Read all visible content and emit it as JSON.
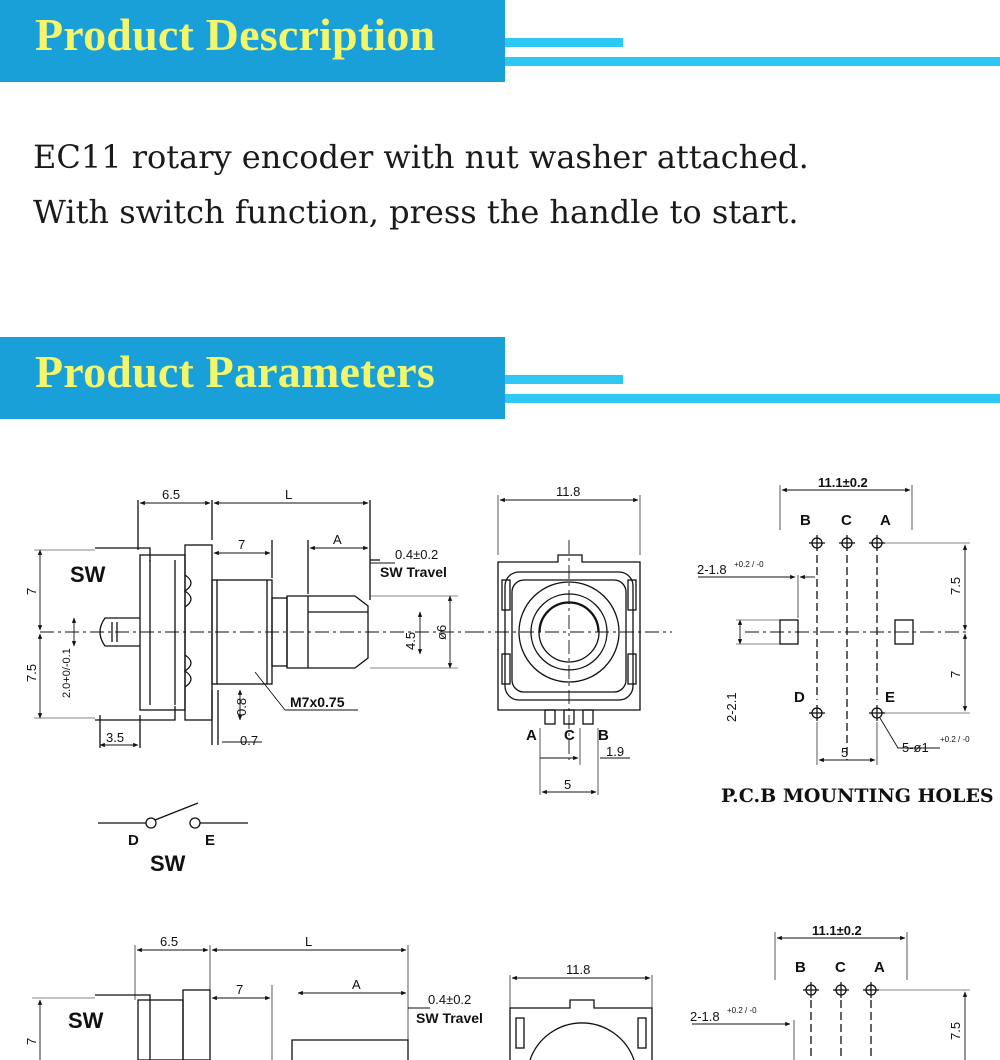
{
  "sections": {
    "description": {
      "title": "Product Description"
    },
    "parameters": {
      "title": "Product Parameters"
    }
  },
  "description": {
    "line1": "EC11 rotary encoder with nut washer attached.",
    "line2": "With switch function, press the handle to start."
  },
  "drawing": {
    "side": {
      "sw": "SW",
      "d65": "6.5",
      "L": "L",
      "d7top": "7",
      "A": "A",
      "travel_val": "0.4±0.2",
      "travel_lbl": "SW Travel",
      "d7left": "7",
      "d75left": "7.5",
      "tol20": "2.0+0/-0.1",
      "d45": "4.5",
      "phi6": "ø6",
      "d08": "0.8",
      "thread": "M7x0.75",
      "d35": "3.5",
      "d07": "0.7"
    },
    "front": {
      "d118": "11.8",
      "pinA": "A",
      "pinC": "C",
      "pinB": "B",
      "d19": "1.9",
      "d5": "5"
    },
    "pcb": {
      "d111": "11.1±0.2",
      "B": "B",
      "C": "C",
      "A": "A",
      "slot1": "2-1.8",
      "slot1tol": "+0.2 / -0",
      "d75": "7.5",
      "d7": "7",
      "slot2": "2-2.1",
      "D": "D",
      "E": "E",
      "d5": "5",
      "holes": "5-ø1",
      "holestol": "+0.2 / -0",
      "caption": "P.C.B MOUNTING HOLES DEEAIL"
    },
    "switch": {
      "D": "D",
      "E": "E",
      "sw": "SW"
    },
    "repeat": {
      "d65": "6.5",
      "L": "L",
      "d7": "7",
      "A": "A",
      "travel_val": "0.4±0.2",
      "travel_lbl": "SW Travel",
      "sw": "SW",
      "d7left": "7",
      "d118": "11.8",
      "d111": "11.1±0.2",
      "B": "B",
      "C": "C",
      "Apin": "A",
      "slot1": "2-1.8",
      "slot1tol": "+0.2 / -0",
      "d75": "7.5"
    }
  }
}
